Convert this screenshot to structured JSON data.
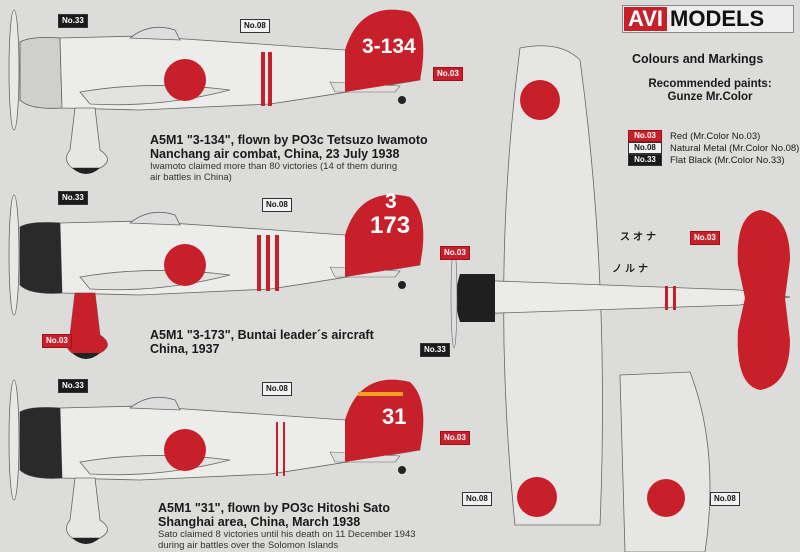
{
  "brand": {
    "part1": "AVI",
    "part2": "MODELS"
  },
  "heading": "Colours and Markings",
  "paints_heading": {
    "line1": "Recommended paints:",
    "line2": "Gunze Mr.Color"
  },
  "legend": [
    {
      "code": "No.03",
      "label": "Red (Mr.Color No.03)",
      "color": "#c8202a"
    },
    {
      "code": "No.08",
      "label": "Natural Metal (Mr.Color No.08)",
      "color": "#f2f2f2"
    },
    {
      "code": "No.33",
      "label": "Flat Black (Mr.Color No.33)",
      "color": "#1a1a1a"
    }
  ],
  "aircraft": [
    {
      "tail": "3-134",
      "title1": "A5M1 \"3-134\", flown by PO3c Tetsuzo Iwamoto",
      "title2": "Nanchang air combat, China, 23 July 1938",
      "note1": "Iwamoto claimed more than 80 victories (14 of them during",
      "note2": "air battles in China)",
      "tags": [
        "No.33",
        "No.08",
        "No.03"
      ]
    },
    {
      "tail1": "3",
      "tail2": "173",
      "title1": "A5M1 \"3-173\", Buntai leader´s aircraft",
      "title2": "China, 1937",
      "tags": [
        "No.33",
        "No.08",
        "No.03",
        "No.03"
      ]
    },
    {
      "tail": "31",
      "title1": "A5M1 \"31\", flown by PO3c Hitoshi Sato",
      "title2": "Shanghai area, China, March 1938",
      "note1": "Sato claimed 8 victories until his death on 11 December 1943",
      "note2": "during air battles over the Solomon Islands",
      "tags": [
        "No.33",
        "No.08",
        "No.03"
      ]
    }
  ],
  "plan_view": {
    "tags": [
      "No.03",
      "No.33",
      "No.08",
      "No.08"
    ],
    "katakana1": "スオナ",
    "katakana2": "ノルナ"
  }
}
